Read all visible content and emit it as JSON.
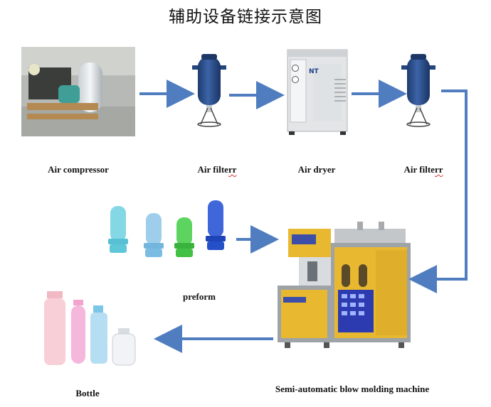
{
  "title": "辅助设备链接示意图",
  "nodes": {
    "air_compressor": {
      "label": "Air compressor"
    },
    "air_filter_1": {
      "label_main": "Air filte",
      "label_tail": "rr"
    },
    "air_dryer": {
      "label": "Air dryer",
      "panel_logo": "NT"
    },
    "air_filter_2": {
      "label_main": "Air filte",
      "label_tail": "rr"
    },
    "preform": {
      "label": "preform"
    },
    "machine": {
      "label": "Semi-automatic blow molding machine"
    },
    "bottle": {
      "label": "Bottle"
    }
  },
  "colors": {
    "arrow": "#4f7dc0",
    "filter_body": "#2d4f8c",
    "machine_yellow": "#e8b830",
    "machine_gray": "#9ea3a8"
  }
}
